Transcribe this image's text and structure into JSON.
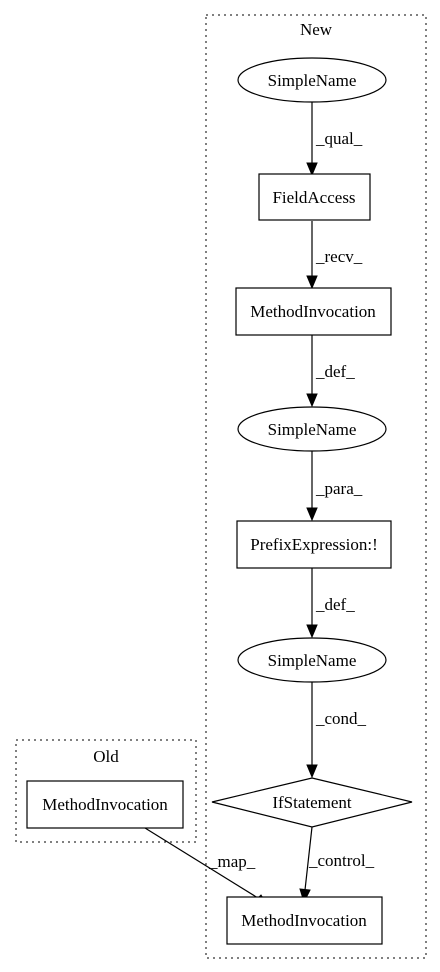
{
  "clusters": {
    "new": {
      "label": "New"
    },
    "old": {
      "label": "Old"
    }
  },
  "nodes": {
    "n1": {
      "label": "SimpleName",
      "shape": "ellipse"
    },
    "n2": {
      "label": "FieldAccess",
      "shape": "box"
    },
    "n3": {
      "label": "MethodInvocation",
      "shape": "box"
    },
    "n4": {
      "label": "SimpleName",
      "shape": "ellipse"
    },
    "n5": {
      "label": "PrefixExpression:!",
      "shape": "box"
    },
    "n6": {
      "label": "SimpleName",
      "shape": "ellipse"
    },
    "n7": {
      "label": "IfStatement",
      "shape": "diamond"
    },
    "n8": {
      "label": "MethodInvocation",
      "shape": "box"
    },
    "old1": {
      "label": "MethodInvocation",
      "shape": "box"
    }
  },
  "edges": {
    "e1": {
      "from": "n1",
      "to": "n2",
      "label": "_qual_"
    },
    "e2": {
      "from": "n2",
      "to": "n3",
      "label": "_recv_"
    },
    "e3": {
      "from": "n3",
      "to": "n4",
      "label": "_def_"
    },
    "e4": {
      "from": "n4",
      "to": "n5",
      "label": "_para_"
    },
    "e5": {
      "from": "n5",
      "to": "n6",
      "label": "_def_"
    },
    "e6": {
      "from": "n6",
      "to": "n7",
      "label": "_cond_"
    },
    "e7": {
      "from": "n7",
      "to": "n8",
      "label": "_control_"
    },
    "e8": {
      "from": "old1",
      "to": "n8",
      "label": "_map_"
    }
  }
}
